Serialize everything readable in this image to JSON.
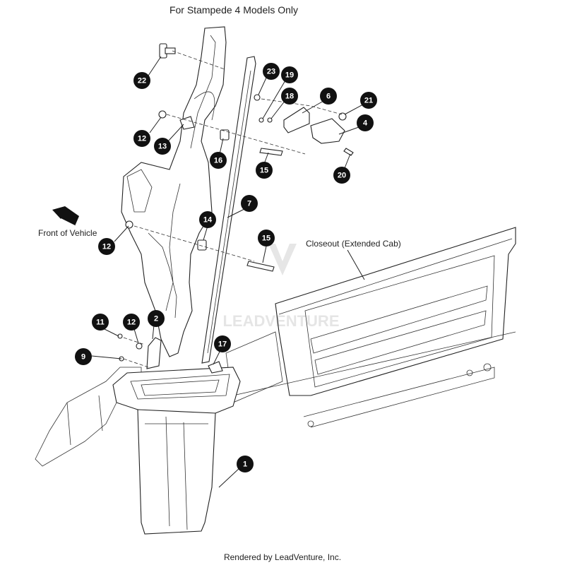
{
  "title": "For Stampede 4 Models Only",
  "footer": "Rendered by LeadVenture, Inc.",
  "labels": {
    "front_of_vehicle": "Front of Vehicle",
    "closeout": "Closeout (Extended Cab)"
  },
  "callouts": [
    "22",
    "23",
    "19",
    "18",
    "6",
    "21",
    "4",
    "20",
    "12",
    "13",
    "16",
    "15",
    "7",
    "14",
    "15",
    "12",
    "11",
    "12",
    "2",
    "9",
    "17",
    "1"
  ],
  "colors": {
    "bubble": "#111111",
    "line": "#222222"
  }
}
